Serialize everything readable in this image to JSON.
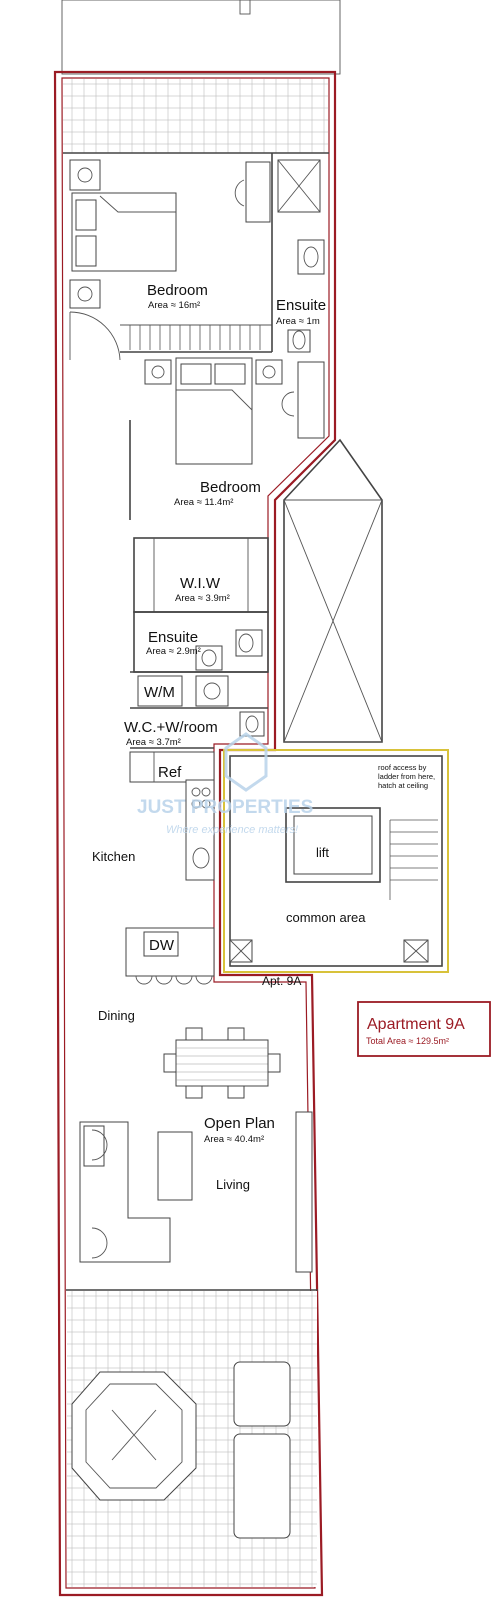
{
  "rooms": {
    "bedroom1": {
      "name": "Bedroom",
      "area": "Area ≈ 16m²"
    },
    "ensuite1": {
      "name": "Ensuite",
      "area": "Area ≈ 1m"
    },
    "bedroom2": {
      "name": "Bedroom",
      "area": "Area ≈ 11.4m²"
    },
    "wiw": {
      "name": "W.I.W",
      "area": "Area ≈ 3.9m²"
    },
    "ensuite2": {
      "name": "Ensuite",
      "area": "Area ≈ 2.9m²"
    },
    "wm": {
      "name": "W/M"
    },
    "wc": {
      "name": "W.C.+W/room",
      "area": "Area ≈ 3.7m²"
    },
    "ref": {
      "name": "Ref"
    },
    "kitchen": {
      "name": "Kitchen"
    },
    "dw": {
      "name": "DW"
    },
    "lift": {
      "name": "lift"
    },
    "common": {
      "name": "common area"
    },
    "roof_note": [
      "roof access by",
      "ladder from here,",
      "hatch at ceiling"
    ],
    "apt_tag": "Apt. 9A",
    "dining": {
      "name": "Dining"
    },
    "open_plan": {
      "name": "Open Plan",
      "area": "Area ≈ 40.4m²"
    },
    "living": {
      "name": "Living"
    }
  },
  "summary": {
    "title": "Apartment 9A",
    "total": "Total Area ≈ 129.5m²"
  },
  "watermark": {
    "brand": "JUST PROPERTIES",
    "tagline": "Where experience matters!"
  },
  "colors": {
    "outline": "#9b1b24",
    "common_outline": "#d8c23a",
    "watermark": "#b9d3ea"
  }
}
